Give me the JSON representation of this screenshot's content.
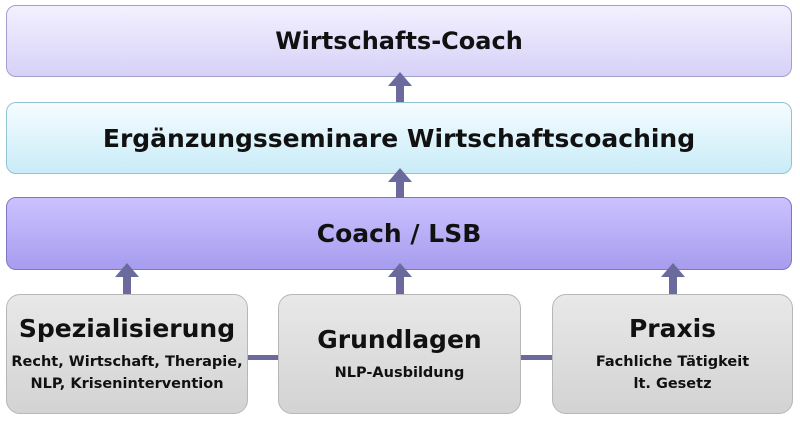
{
  "levels": {
    "top": "Wirtschafts-Coach",
    "middle": "Ergänzungsseminare Wirtschaftscoaching",
    "coach": "Coach / LSB"
  },
  "foundation": [
    {
      "title": "Spezialisierung",
      "lines": [
        "Recht, Wirtschaft, Therapie,",
        "NLP, Krisenintervention"
      ]
    },
    {
      "title": "Grundlagen",
      "lines": [
        "NLP-Ausbildung"
      ]
    },
    {
      "title": "Praxis",
      "lines": [
        "Fachliche Tätigkeit",
        "lt. Gesetz"
      ]
    }
  ],
  "colors": {
    "arrow": "#6b6a9c",
    "connector": "#6b6a9c"
  }
}
